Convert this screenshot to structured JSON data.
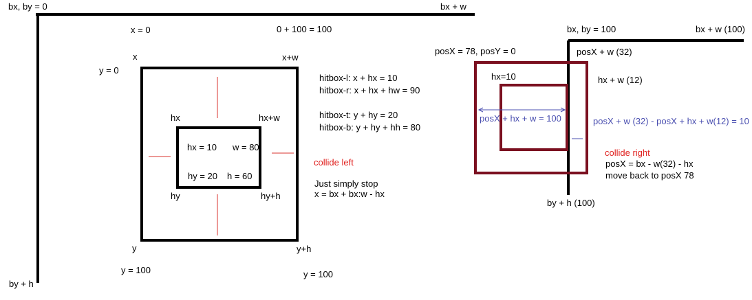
{
  "colors": {
    "black": "#000000",
    "red_text": "#e0201e",
    "red_line": "#d9332e",
    "maroon": "#7b1020",
    "blue": "#4a4fb0"
  },
  "left": {
    "corner_top_left": "bx, by = 0",
    "corner_top_right": "bx + w",
    "corner_bottom_left": "by + h",
    "x_zero": "x = 0",
    "x_sum": "0 + 100 = 100",
    "y_zero": "y = 0",
    "y_hundred_left": "y = 100",
    "y_hundred_right": "y = 100",
    "outer": {
      "x": "x",
      "xw": "x+w",
      "y": "y",
      "yh": "y+h"
    },
    "inner": {
      "hx": "hx",
      "hxw": "hx+w",
      "hy": "hy",
      "hyh": "hy+h",
      "hx_val": "hx = 10",
      "w_val": "w = 80",
      "hy_val": "hy = 20",
      "h_val": "h = 60"
    },
    "hitbox": {
      "l": "hitbox-l: x + hx = 10",
      "r": "hitbox-r: x + hx + hw = 90",
      "t": "hitbox-t: y + hy = 20",
      "b": "hitbox-b: y + hy + hh = 80"
    },
    "collide": "collide left",
    "stop_line1": "Just simply stop",
    "stop_line2": "x = bx + bx:w - hx"
  },
  "right": {
    "corner_top_left": "bx, by = 100",
    "corner_top_right": "bx + w (100)",
    "corner_bottom": "by + h (100)",
    "pos": "posX = 78, posY = 0",
    "posx_w32": "posX + w (32)",
    "hx_w12": "hx + w (12)",
    "hx10": "hx=10",
    "sum": "posX + hx + w = 100",
    "overlap": "posX + w (32) - posX + hx + w(12) = 10",
    "collide": "collide right",
    "fix_line1": "posX = bx - w(32) - hx",
    "fix_line2": "move back to posX 78"
  }
}
